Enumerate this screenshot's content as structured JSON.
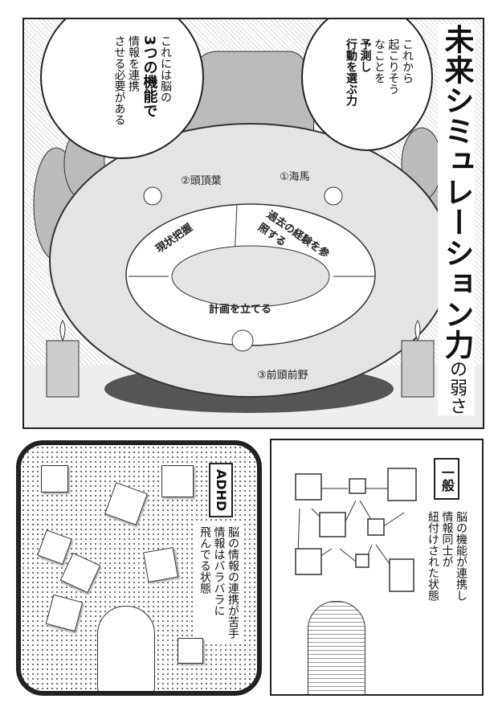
{
  "title": {
    "main": "未来シミュレーション力",
    "suffix": "の弱さ"
  },
  "bubble_left": {
    "lines": [
      "これには脳の",
      "3つの機能で",
      "情報を連携",
      "させる必要がある"
    ],
    "bold": "3つの機能"
  },
  "bubble_right": {
    "lines": [
      "これから",
      "起こりそう",
      "なことを",
      "予測し",
      "行動を選ぶ力"
    ]
  },
  "brain_parts": {
    "hippocampus": "①海馬",
    "parietal": "②頭頂葉",
    "prefrontal": "③前頭前野"
  },
  "functions": {
    "grasp": "現状把握",
    "past": "過去の経験を参照する",
    "plan": "計画を立てる"
  },
  "adhd_panel": {
    "tag": "ADHD",
    "lines": [
      "脳の情報の連携が苦手",
      "情報はバラバラに",
      "飛んでる状態"
    ]
  },
  "general_panel": {
    "tag": "一般",
    "lines": [
      "脳の機能が連携し",
      "情報同士が",
      "紐付けされた状態"
    ]
  }
}
